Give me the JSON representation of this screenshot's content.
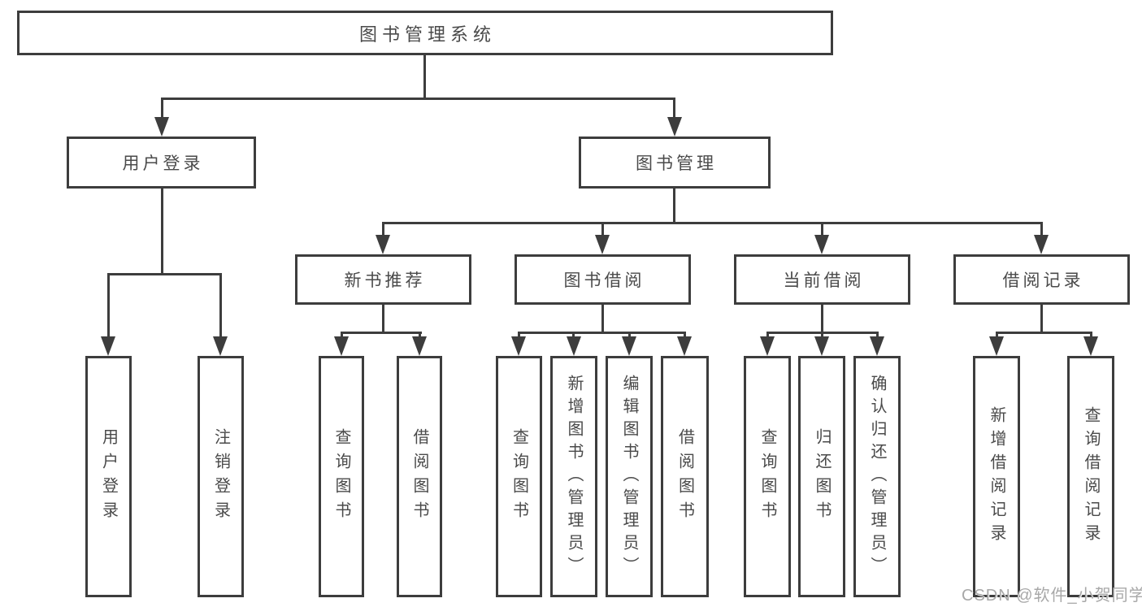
{
  "diagram_title": "图书管理系统",
  "nodes": {
    "root": {
      "label": "图书管理系统"
    },
    "user_login": {
      "label": "用户登录"
    },
    "book_mgmt": {
      "label": "图书管理"
    },
    "new_book_rec": {
      "label": "新书推荐"
    },
    "book_borrow": {
      "label": "图书借阅"
    },
    "current_borrow": {
      "label": "当前借阅"
    },
    "borrow_record": {
      "label": "借阅记录"
    },
    "leaf_user_login": {
      "label": "用户登录"
    },
    "leaf_logout": {
      "label": "注销登录"
    },
    "leaf_nb_query": {
      "label": "查询图书"
    },
    "leaf_nb_borrow": {
      "label": "借阅图书"
    },
    "leaf_bb_query": {
      "label": "查询图书"
    },
    "leaf_bb_add": {
      "label": "新增图书（管理员）"
    },
    "leaf_bb_edit": {
      "label": "编辑图书（管理员）"
    },
    "leaf_bb_borrow": {
      "label": "借阅图书"
    },
    "leaf_cb_query": {
      "label": "查询图书"
    },
    "leaf_cb_return": {
      "label": "归还图书"
    },
    "leaf_cb_confirm": {
      "label": "确认归还（管理员）"
    },
    "leaf_br_add": {
      "label": "新增借阅记录"
    },
    "leaf_br_query": {
      "label": "查询借阅记录"
    }
  },
  "edges": [
    {
      "from": "root",
      "to": "user_login"
    },
    {
      "from": "root",
      "to": "book_mgmt"
    },
    {
      "from": "user_login",
      "to": "leaf_user_login"
    },
    {
      "from": "user_login",
      "to": "leaf_logout"
    },
    {
      "from": "book_mgmt",
      "to": "new_book_rec"
    },
    {
      "from": "book_mgmt",
      "to": "book_borrow"
    },
    {
      "from": "book_mgmt",
      "to": "current_borrow"
    },
    {
      "from": "book_mgmt",
      "to": "borrow_record"
    },
    {
      "from": "new_book_rec",
      "to": "leaf_nb_query"
    },
    {
      "from": "new_book_rec",
      "to": "leaf_nb_borrow"
    },
    {
      "from": "book_borrow",
      "to": "leaf_bb_query"
    },
    {
      "from": "book_borrow",
      "to": "leaf_bb_add"
    },
    {
      "from": "book_borrow",
      "to": "leaf_bb_edit"
    },
    {
      "from": "book_borrow",
      "to": "leaf_bb_borrow"
    },
    {
      "from": "current_borrow",
      "to": "leaf_cb_query"
    },
    {
      "from": "current_borrow",
      "to": "leaf_cb_return"
    },
    {
      "from": "current_borrow",
      "to": "leaf_cb_confirm"
    },
    {
      "from": "borrow_record",
      "to": "leaf_br_add"
    },
    {
      "from": "borrow_record",
      "to": "leaf_br_query"
    }
  ],
  "watermark": {
    "text": "CSDN @软件_小贺同学"
  },
  "colors": {
    "line": "#3d3d3d",
    "box_border": "#3d3d3d",
    "text": "#4a4a4a",
    "watermark": "#a8a8a8",
    "background": "#ffffff"
  }
}
